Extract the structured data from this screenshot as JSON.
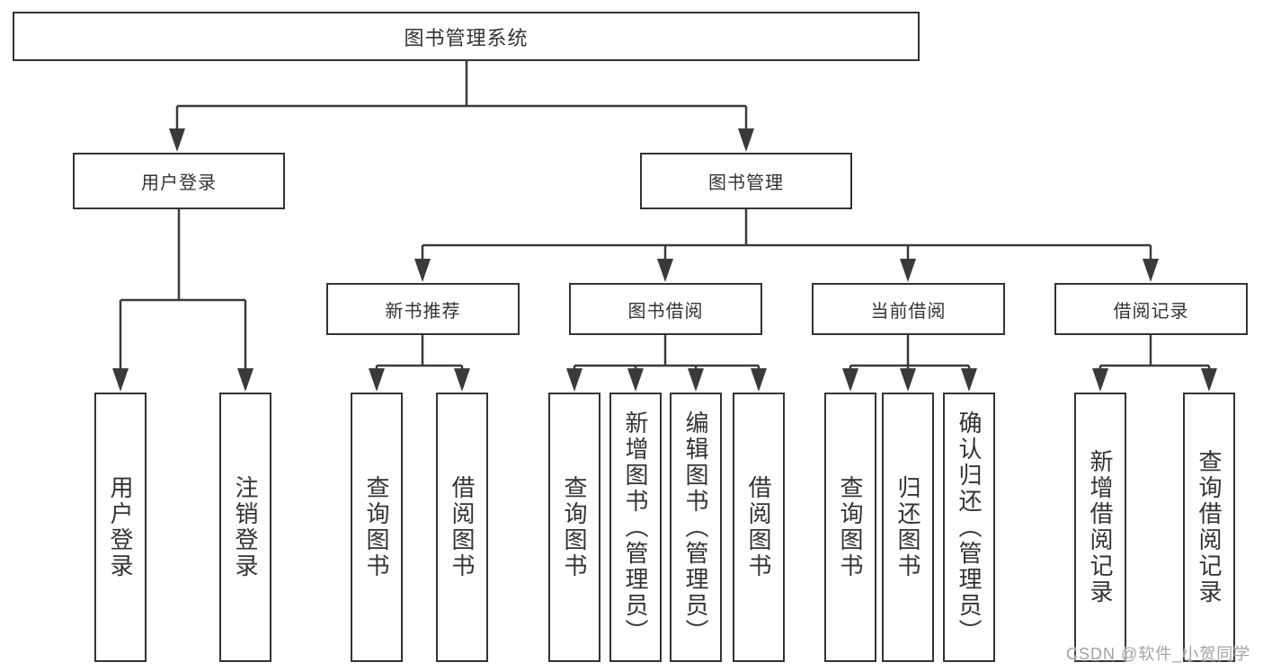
{
  "tree": {
    "root": "图书管理系统",
    "branches": [
      {
        "label": "用户登录",
        "children": [
          "用户登录",
          "注销登录"
        ]
      },
      {
        "label": "图书管理",
        "groups": [
          {
            "label": "新书推荐",
            "children": [
              "查询图书",
              "借阅图书"
            ]
          },
          {
            "label": "图书借阅",
            "children": [
              "查询图书",
              "新增图书（管理员）",
              "编辑图书（管理员）",
              "借阅图书"
            ]
          },
          {
            "label": "当前借阅",
            "children": [
              "查询图书",
              "归还图书",
              "确认归还（管理员）"
            ]
          },
          {
            "label": "借阅记录",
            "children": [
              "新增借阅记录",
              "查询借阅记录"
            ]
          }
        ]
      }
    ]
  },
  "colors": {
    "line": "#3a3a3a",
    "border": "#333333",
    "text": "#333333",
    "watermark": "#a3a3a3"
  },
  "watermark": "CSDN @软件_小贺同学"
}
